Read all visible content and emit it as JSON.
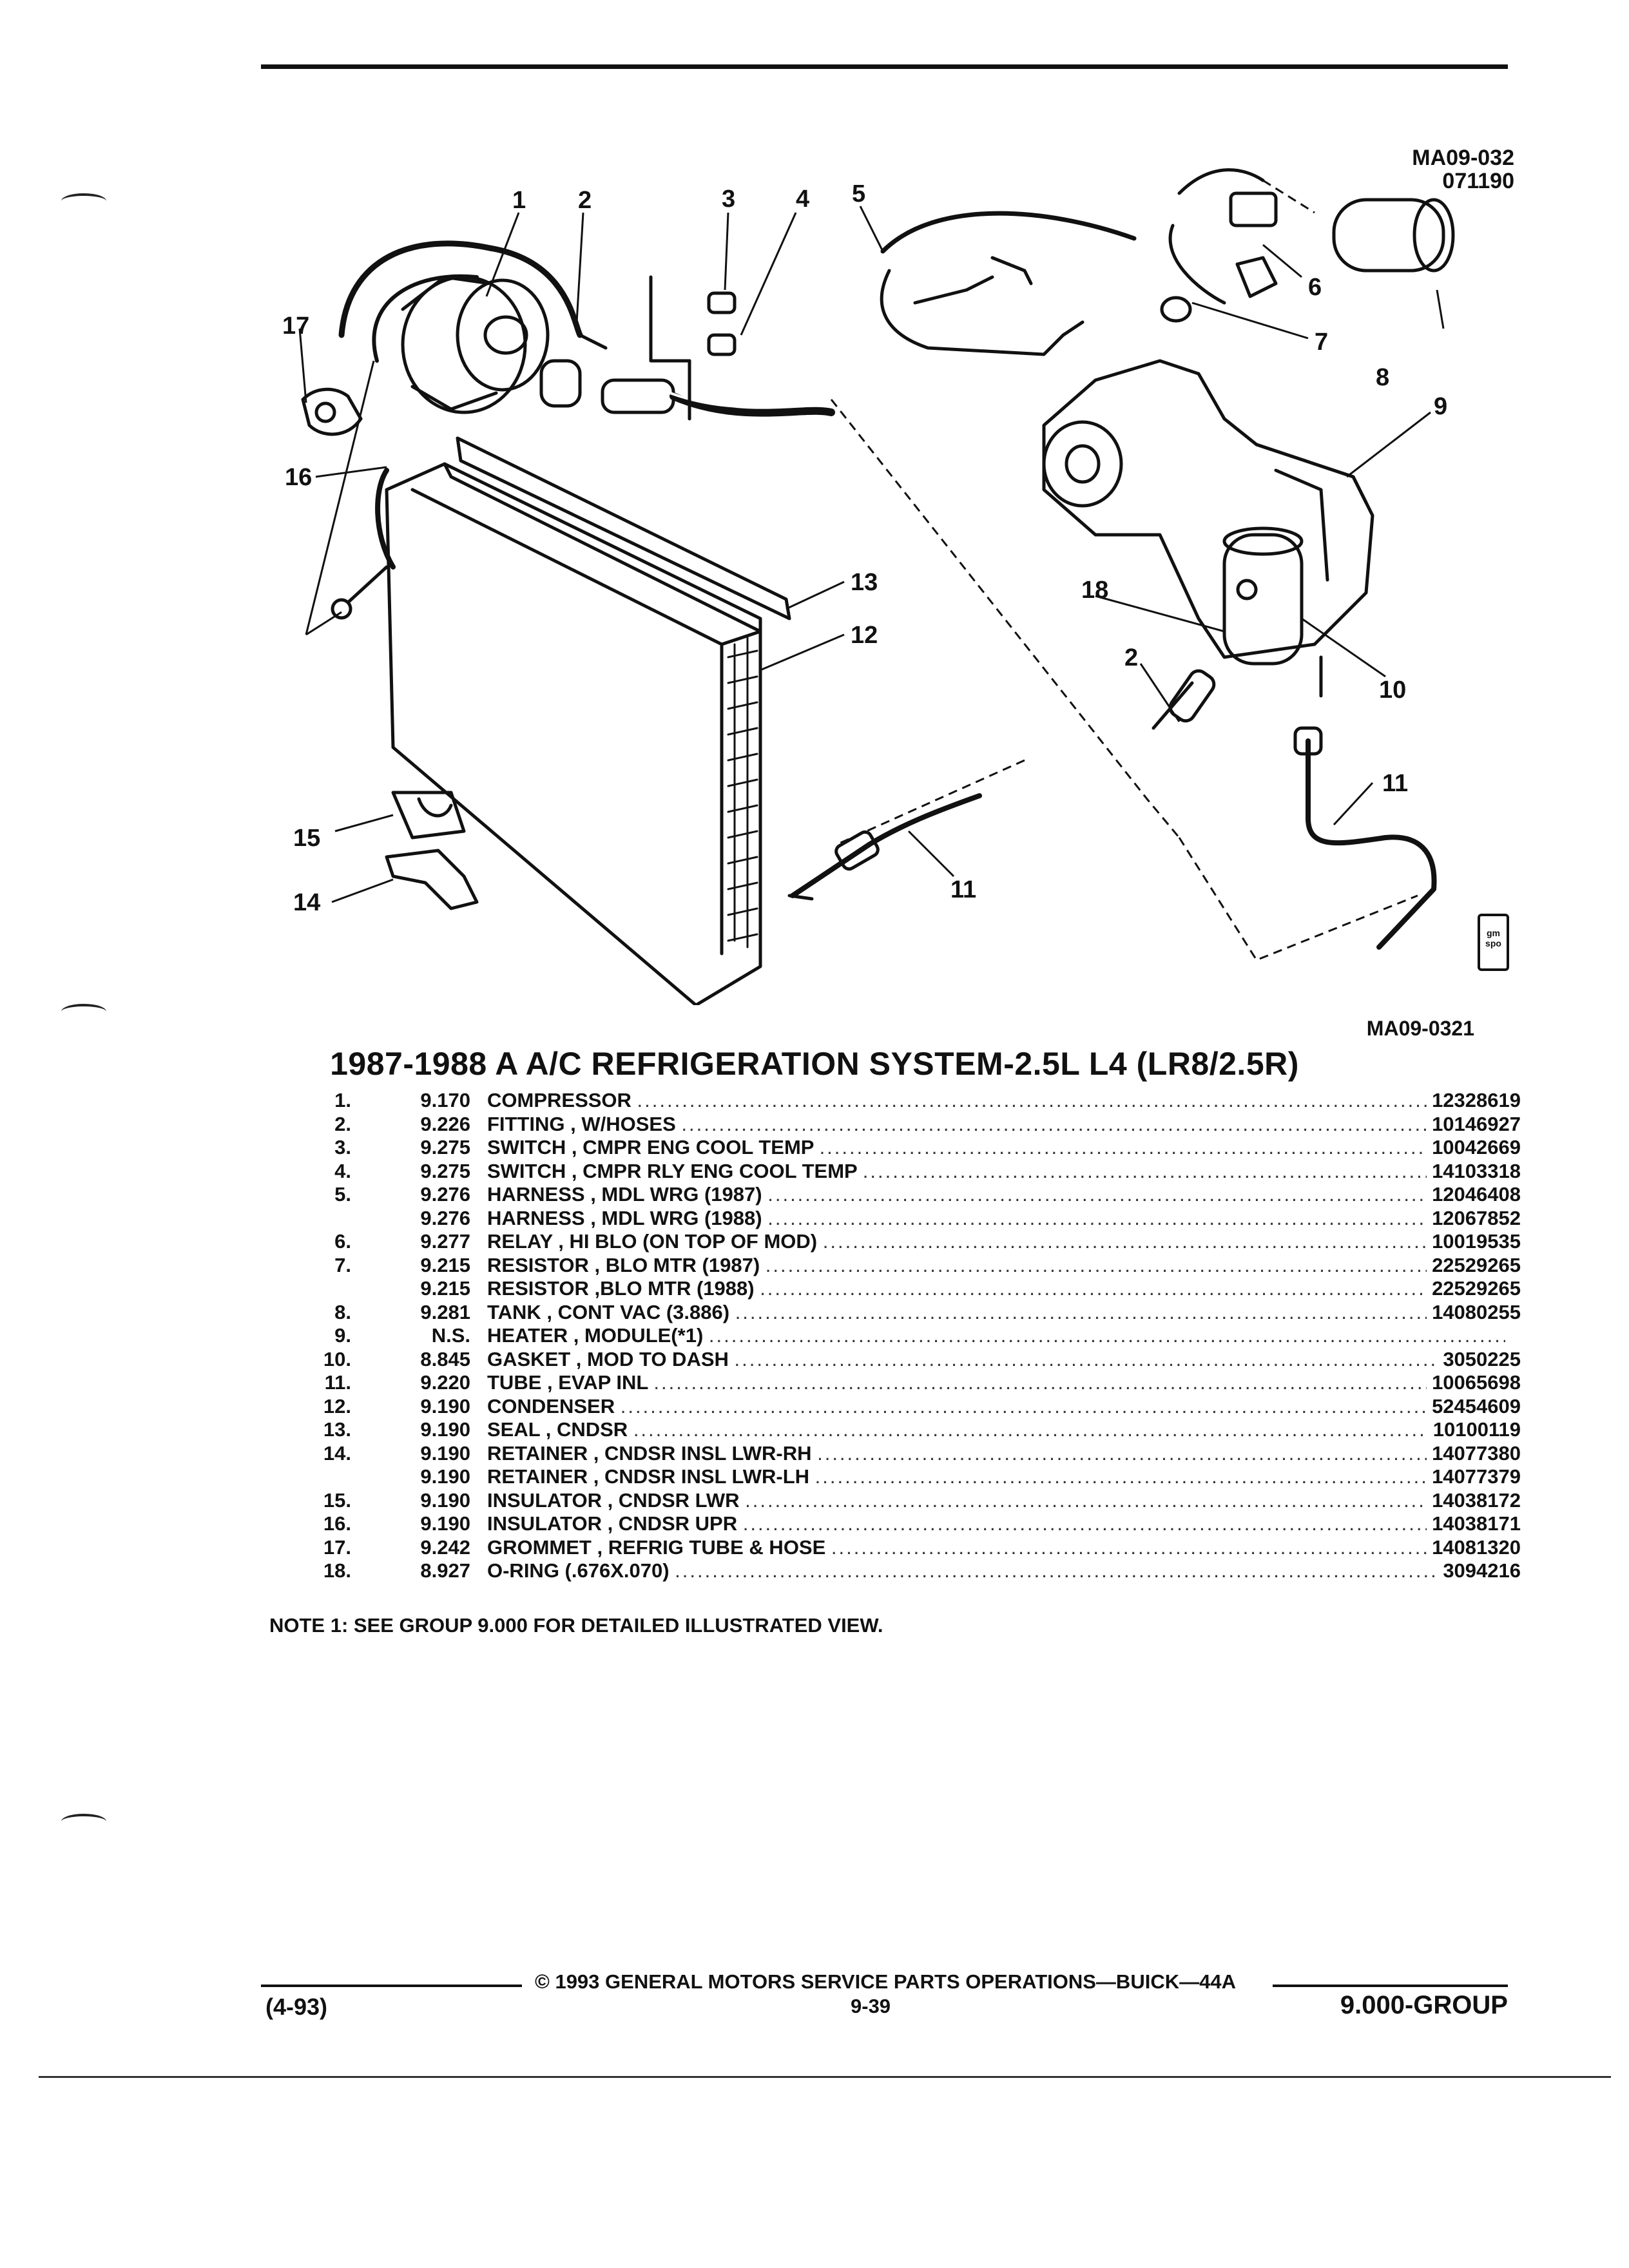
{
  "figure": {
    "code_top": "MA09-032",
    "code_top_date": "071190",
    "code_bottom": "MA09-0321",
    "logo_text": "gm spo",
    "callouts": [
      "1",
      "2",
      "3",
      "4",
      "5",
      "6",
      "7",
      "8",
      "9",
      "10",
      "11",
      "12",
      "13",
      "14",
      "15",
      "16",
      "17",
      "18",
      "2",
      "11"
    ]
  },
  "title": "1987-1988 A A/C REFRIGERATION SYSTEM-2.5L L4 (LR8/2.5R)",
  "parts": [
    {
      "num": "1.",
      "group": "9.170",
      "desc": "COMPRESSOR",
      "pn": "12328619"
    },
    {
      "num": "2.",
      "group": "9.226",
      "desc": "FITTING , W/HOSES",
      "pn": "10146927"
    },
    {
      "num": "3.",
      "group": "9.275",
      "desc": "SWITCH , CMPR ENG COOL TEMP",
      "pn": "10042669"
    },
    {
      "num": "4.",
      "group": "9.275",
      "desc": "SWITCH , CMPR RLY ENG COOL TEMP",
      "pn": "14103318"
    },
    {
      "num": "5.",
      "group": "9.276",
      "desc": "HARNESS , MDL WRG (1987)",
      "pn": "12046408"
    },
    {
      "num": "",
      "group": "9.276",
      "desc": "HARNESS , MDL WRG (1988)",
      "pn": "12067852"
    },
    {
      "num": "6.",
      "group": "9.277",
      "desc": "RELAY , HI BLO (ON TOP OF MOD)",
      "pn": "10019535"
    },
    {
      "num": "7.",
      "group": "9.215",
      "desc": "RESISTOR , BLO MTR (1987)",
      "pn": "22529265"
    },
    {
      "num": "",
      "group": "9.215",
      "desc": "RESISTOR ,BLO MTR (1988)",
      "pn": "22529265"
    },
    {
      "num": "8.",
      "group": "9.281",
      "desc": "TANK , CONT VAC (3.886)",
      "pn": "14080255"
    },
    {
      "num": "9.",
      "group": "N.S.",
      "desc": "HEATER , MODULE(*1)",
      "pn": ""
    },
    {
      "num": "10.",
      "group": "8.845",
      "desc": "GASKET , MOD TO DASH",
      "pn": "3050225"
    },
    {
      "num": "11.",
      "group": "9.220",
      "desc": "TUBE , EVAP INL",
      "pn": "10065698"
    },
    {
      "num": "12.",
      "group": "9.190",
      "desc": "CONDENSER",
      "pn": "52454609"
    },
    {
      "num": "13.",
      "group": "9.190",
      "desc": "SEAL , CNDSR",
      "pn": "10100119"
    },
    {
      "num": "14.",
      "group": "9.190",
      "desc": "RETAINER , CNDSR INSL LWR-RH",
      "pn": "14077380"
    },
    {
      "num": "",
      "group": "9.190",
      "desc": "RETAINER , CNDSR INSL LWR-LH",
      "pn": "14077379"
    },
    {
      "num": "15.",
      "group": "9.190",
      "desc": "INSULATOR , CNDSR LWR",
      "pn": "14038172"
    },
    {
      "num": "16.",
      "group": "9.190",
      "desc": "INSULATOR , CNDSR UPR",
      "pn": "14038171"
    },
    {
      "num": "17.",
      "group": "9.242",
      "desc": "GROMMET , REFRIG TUBE & HOSE",
      "pn": "14081320"
    },
    {
      "num": "18.",
      "group": "8.927",
      "desc": "O-RING (.676X.070)",
      "pn": "3094216"
    }
  ],
  "note": "NOTE  1:  SEE GROUP 9.000 FOR DETAILED ILLUSTRATED VIEW.",
  "footer": {
    "copyright": "© 1993  GENERAL MOTORS SERVICE PARTS OPERATIONS—BUICK—44A",
    "date_code": "(4-93)",
    "page": "9-39",
    "group": "9.000-GROUP"
  }
}
